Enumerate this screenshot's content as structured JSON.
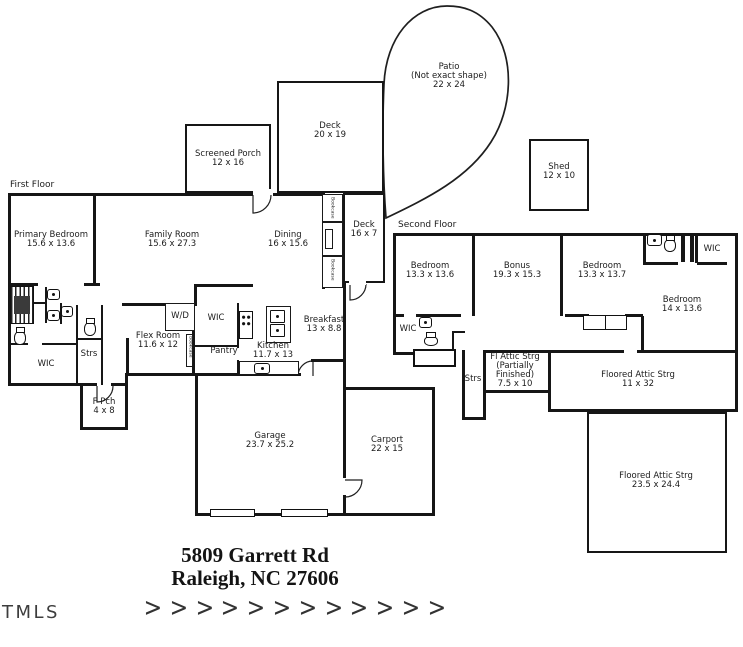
{
  "colors": {
    "wall": "#161616",
    "background": "#ffffff",
    "text": "#1b1b1b"
  },
  "floors": {
    "first": "First Floor",
    "second": "Second Floor"
  },
  "outdoor": {
    "patio": {
      "name": "Patio",
      "note": "(Not exact shape)",
      "dims": "22 x 24"
    },
    "shed": {
      "name": "Shed",
      "dims": "12 x 10"
    },
    "deck_rear": {
      "name": "Deck",
      "dims": "20 x 19"
    },
    "deck_side": {
      "name": "Deck",
      "dims": "16 x 7"
    },
    "screened_porch": {
      "name": "Screened Porch",
      "dims": "12 x 16"
    }
  },
  "first_floor": {
    "primary_bedroom": {
      "name": "Primary Bedroom",
      "dims": "15.6 x 13.6"
    },
    "family_room": {
      "name": "Family Room",
      "dims": "15.6 x 27.3"
    },
    "dining": {
      "name": "Dining",
      "dims": "16 x 15.6"
    },
    "flex_room": {
      "name": "Flex Room",
      "dims": "11.6 x 12"
    },
    "wd": {
      "name": "W/D"
    },
    "wic_hall": {
      "name": "WIC"
    },
    "pantry": {
      "name": "Pantry"
    },
    "kitchen": {
      "name": "Kitchen",
      "dims": "11.7 x 13"
    },
    "breakfast": {
      "name": "Breakfast",
      "dims": "13 x 8.8"
    },
    "wic_primary": {
      "name": "WIC"
    },
    "stairs": {
      "name": "Strs"
    },
    "front_porch": {
      "name": "F Pch",
      "dims": "4 x 8"
    },
    "garage": {
      "name": "Garage",
      "dims": "23.7 x 25.2"
    },
    "carport": {
      "name": "Carport",
      "dims": "22 x 15"
    },
    "bookcase": {
      "name": "Bookcase"
    }
  },
  "second_floor": {
    "bedroom_1": {
      "name": "Bedroom",
      "dims": "13.3 x 13.6"
    },
    "bonus": {
      "name": "Bonus",
      "dims": "19.3 x 15.3"
    },
    "bedroom_2": {
      "name": "Bedroom",
      "dims": "13.3 x 13.7"
    },
    "bedroom_3": {
      "name": "Bedroom",
      "dims": "14 x 13.6"
    },
    "wic_right": {
      "name": "WIC"
    },
    "wic_left": {
      "name": "WIC"
    },
    "stairs": {
      "name": "Strs"
    },
    "attic_small": {
      "lines": [
        "Fl Attic Strg",
        "(Partially",
        "Finished)",
        "7.5 x 10"
      ]
    },
    "attic_strip": {
      "name": "Floored Attic Strg",
      "dims": "11 x 32"
    },
    "attic_large": {
      "name": "Floored Attic Strg",
      "dims": "23.5 x 24.4"
    }
  },
  "footer": {
    "address_line1": "5809 Garrett Rd",
    "address_line2": "Raleigh, NC 27606",
    "logo": "TMLS",
    "chevron": ">",
    "chevron_count": 12
  }
}
